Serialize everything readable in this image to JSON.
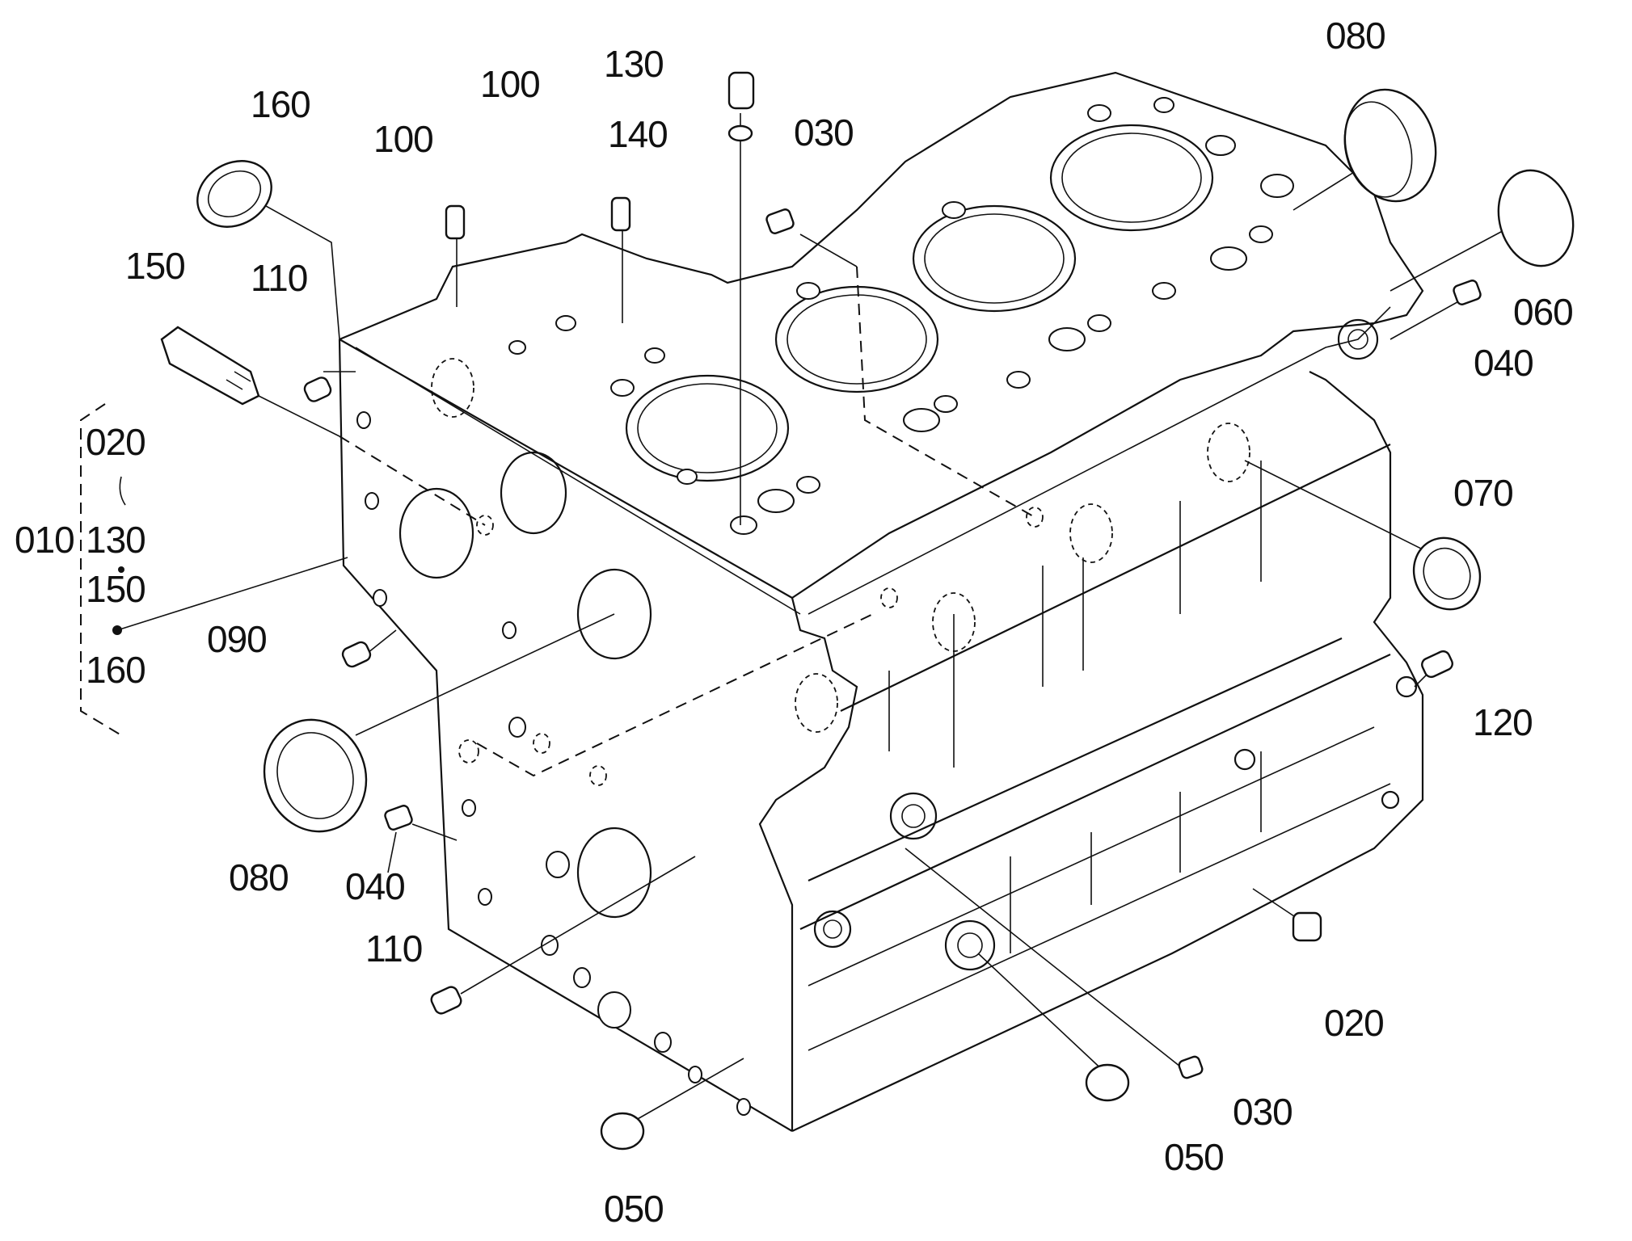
{
  "diagram": {
    "labels": {
      "p160": "160",
      "p150": "150",
      "p110_left": "110",
      "p100_a": "100",
      "p100_b": "100",
      "p130": "130",
      "p140": "140",
      "p030_top": "030",
      "p080_top": "080",
      "p060": "060",
      "p040_right": "040",
      "p070": "070",
      "p120": "120",
      "p020_right": "020",
      "p030_bottom": "030",
      "p050_bottom_mid": "050",
      "p050_bottom_left": "050",
      "p110_bottom": "110",
      "p040_left": "040",
      "p080_left": "080",
      "p090": "090"
    },
    "assembly": {
      "id": "010",
      "members": [
        "020",
        "130",
        "150",
        "160"
      ]
    }
  }
}
